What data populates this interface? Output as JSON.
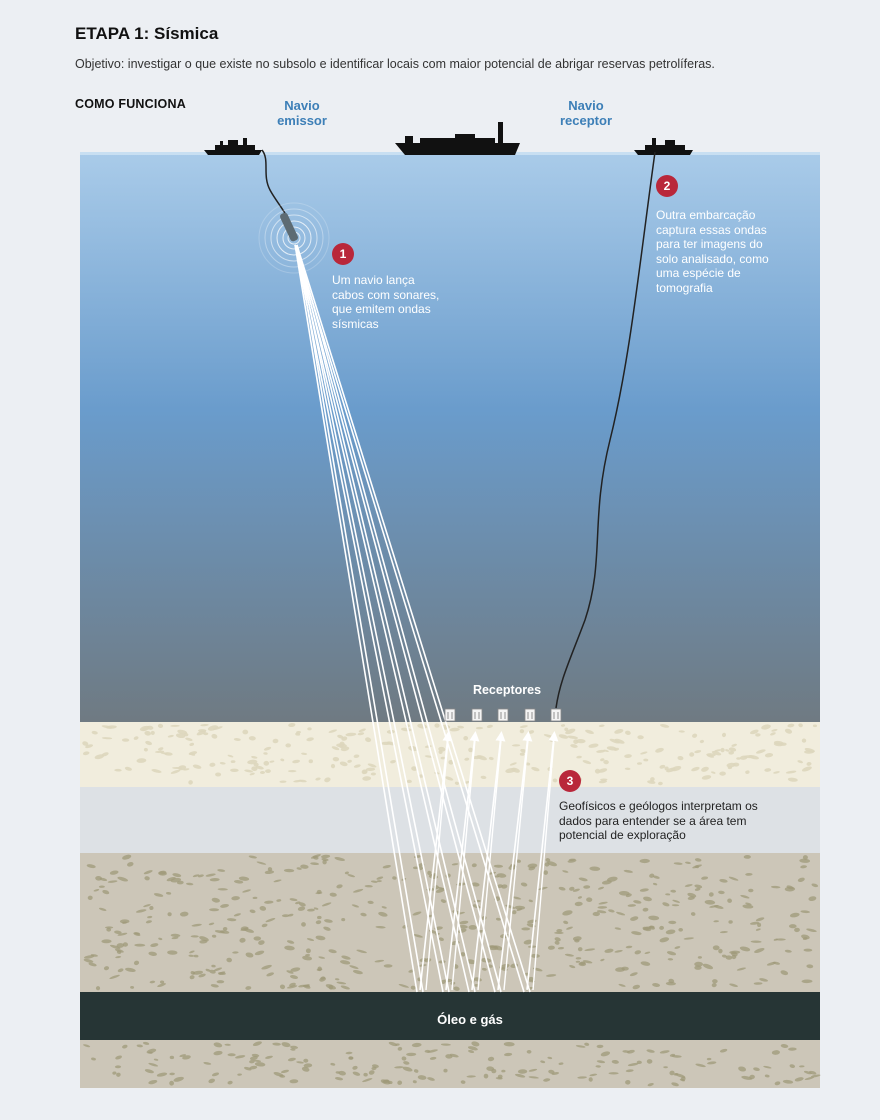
{
  "title": "ETAPA 1: Sísmica",
  "subtitle": "Objetivo: investigar o que existe no subsolo e identificar locais com maior potencial de abrigar reservas petrolíferas.",
  "section_label": "COMO FUNCIONA",
  "ships": {
    "emitter": {
      "line1": "Navio",
      "line2": "emissor"
    },
    "receiver": {
      "line1": "Navio",
      "line2": "receptor"
    }
  },
  "steps": [
    {
      "number": "1",
      "lines": [
        "Um navio lança",
        "cabos com sonares,",
        "que emitem ondas",
        "sísmicas"
      ]
    },
    {
      "number": "2",
      "lines": [
        "Outra embarcação",
        "captura essas ondas",
        "para ter imagens do",
        "solo analisado, como",
        "uma espécie de",
        "tomografia"
      ]
    },
    {
      "number": "3",
      "lines": [
        "Geofísicos e geólogos interpretam os",
        "dados para entender se a área tem",
        "potencial de exploração"
      ]
    }
  ],
  "receivers_label": "Receptores",
  "oil_label": "Óleo e gás",
  "colors": {
    "sea_top": "#a9cbe9",
    "sea_mid": "#6a9ccc",
    "sea_bottom": "#6f7a82",
    "sand_layer": "#f1eddd",
    "grey_layer": "#dde1e5",
    "rock_layer": "#ccc6b8",
    "oil_layer": "#263535",
    "badge": "#b9273a",
    "ship_label": "#3d7fb7"
  }
}
